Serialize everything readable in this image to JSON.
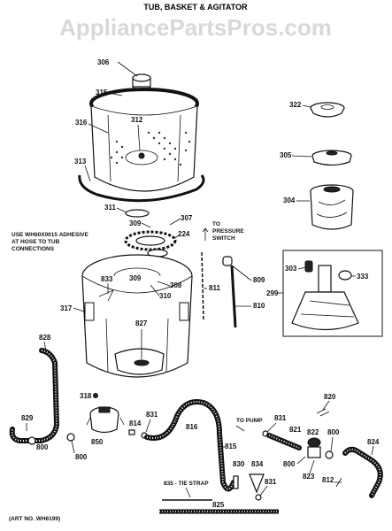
{
  "watermark": "AppliancePartsPros.com",
  "title": "TUB, BASKET & AGITATOR",
  "adhesive_note": [
    "USE WH60X0015 ADHESIVE",
    "AT HOSE TO TUB",
    "CONNECTIONS"
  ],
  "pressure_note": [
    "TO",
    "PRESSURE",
    "SWITCH"
  ],
  "to_pump": "TO PUMP",
  "tie_strap": "835 - TIE STRAP",
  "art_no": "(ART NO. WH6199)",
  "callouts": {
    "c306": "306",
    "c315": "315",
    "c316": "316",
    "c312": "312",
    "c313": "313",
    "c311": "311",
    "c309a": "309",
    "c307": "307",
    "c224": "224",
    "c322": "322",
    "c305": "305",
    "c304": "304",
    "c303": "303",
    "c333": "333",
    "c299": "299",
    "c833": "833",
    "c309b": "309",
    "c308": "308",
    "c310": "310",
    "c811": "811",
    "c809": "809",
    "c810": "810",
    "c317": "317",
    "c827": "827",
    "c828": "828",
    "c318": "318",
    "c829": "829",
    "c800a": "800",
    "c800b": "800",
    "c850": "850",
    "c814": "814",
    "c831a": "831",
    "c816": "816",
    "c815": "815",
    "c830": "830",
    "c834": "834",
    "c831b": "831",
    "c825": "825",
    "c820": "820",
    "c831c": "831",
    "c821": "821",
    "c822": "822",
    "c800c": "800",
    "c824": "824",
    "c800d": "800",
    "c823": "823",
    "c812": "812"
  }
}
